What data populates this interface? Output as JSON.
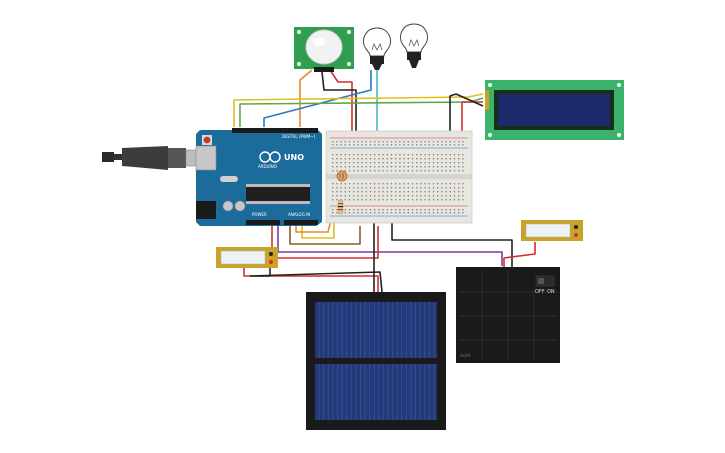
{
  "board": {
    "brand": "ARDUINO",
    "model": "UNO",
    "digital_header": "DIGITAL (PWM~)",
    "power_header": "POWER",
    "analog_header": "ANALOG IN"
  },
  "battery": {
    "switch_off": "OFF",
    "switch_on": "ON",
    "corner_label": "4xAA"
  },
  "colors": {
    "arduino_blue": "#1b6c9a",
    "breadboard": "#e8e6e1",
    "lcd_pcb": "#3bb36a",
    "lcd_screen": "#1c2b6a",
    "pir_pcb": "#2f9e4f",
    "solar_cell": "#243a78",
    "battery_case": "#1a1a1a",
    "resistor_body": "#e7c58a",
    "wire_red": "#d32f2f",
    "wire_black": "#222222",
    "wire_orange": "#e8892a",
    "wire_yellow": "#e0c020",
    "wire_green": "#5fa84a",
    "wire_blue": "#2a78c8",
    "wire_cyan": "#48b6c8",
    "wire_brown": "#8a5a2a",
    "wire_purple": "#7a3aa0"
  },
  "components": [
    {
      "name": "arduino-uno",
      "icon": "microcontroller-board"
    },
    {
      "name": "usb-cable",
      "icon": "usb-plug"
    },
    {
      "name": "breadboard",
      "icon": "breadboard"
    },
    {
      "name": "lcd-16x2",
      "icon": "lcd-display"
    },
    {
      "name": "pir-sensor",
      "icon": "motion-sensor"
    },
    {
      "name": "light-bulb-1",
      "icon": "bulb"
    },
    {
      "name": "light-bulb-2",
      "icon": "bulb"
    },
    {
      "name": "photoresistor",
      "icon": "ldr"
    },
    {
      "name": "resistor",
      "icon": "resistor"
    },
    {
      "name": "multimeter-left",
      "icon": "meter"
    },
    {
      "name": "multimeter-right",
      "icon": "meter"
    },
    {
      "name": "solar-panel",
      "icon": "solar-panel"
    },
    {
      "name": "battery-pack",
      "icon": "battery-pack"
    }
  ]
}
